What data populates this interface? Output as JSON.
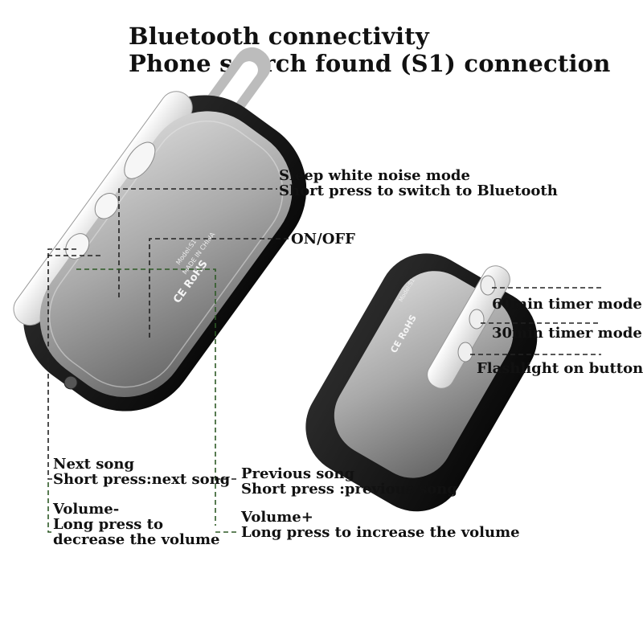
{
  "header": {
    "line1": "Bluetooth connectivity",
    "line2": "Phone search found (S1) connection"
  },
  "device_print": {
    "model": "Model:S1",
    "origin": "MADE IN CHINA",
    "marks": "CE RoHS"
  },
  "callouts": {
    "sleep_mode": {
      "line1": "Sleep white noise mode",
      "line2": "Short press to switch to Bluetooth"
    },
    "on_off": "ON/OFF",
    "timer_60": "60min timer mode",
    "timer_30": "30min timer mode",
    "flashlight": "Flashlight on button",
    "next_song": {
      "line1": "Next song",
      "line2": "Short press:next song"
    },
    "volume_down": {
      "line1": "Volume-",
      "line2": "Long press to",
      "line3": "decrease the volume"
    },
    "previous_song": {
      "line1": "Previous song",
      "line2": "Short press :previous song"
    },
    "volume_up": {
      "line1": "Volume+",
      "line2": "Long press to increase the volume"
    }
  },
  "colors": {
    "leader_dark": "#222222",
    "leader_green": "#2e5a26",
    "body": "#151515",
    "face_light": "#dcdcdc",
    "face_dark": "#6e6e6e",
    "strap": "#b9b9b9"
  }
}
